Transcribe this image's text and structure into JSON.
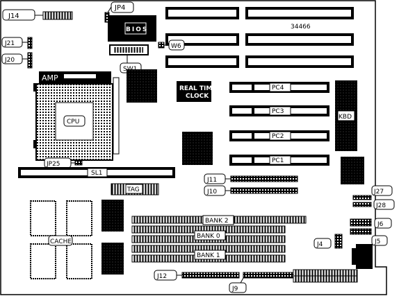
{
  "board": {
    "model_number": "34466",
    "labels": {
      "j14": "J14",
      "jp4": "JP4",
      "bios": "BIOS",
      "w6": "W6",
      "sw1": "SW1",
      "j21": "J21",
      "j20": "J20",
      "amp": "AMP",
      "cpu": "CPU",
      "rtc_line1": "REAL TIME",
      "rtc_line2": "CLOCK",
      "pc4": "PC4",
      "pc3": "PC3",
      "pc2": "PC2",
      "pc1": "PC1",
      "kbd": "KBD",
      "jp25": "JP25",
      "sl1": "SL1",
      "j11": "J11",
      "j10": "J10",
      "tag": "TAG",
      "j27": "J27",
      "j28": "J28",
      "bank2": "BANK 2",
      "bank0": "BANK 0",
      "bank1": "BANK 1",
      "cache": "CACHE",
      "j6": "J6",
      "j4": "J4",
      "j5": "J5",
      "j12": "J12",
      "j9": "J9"
    }
  }
}
